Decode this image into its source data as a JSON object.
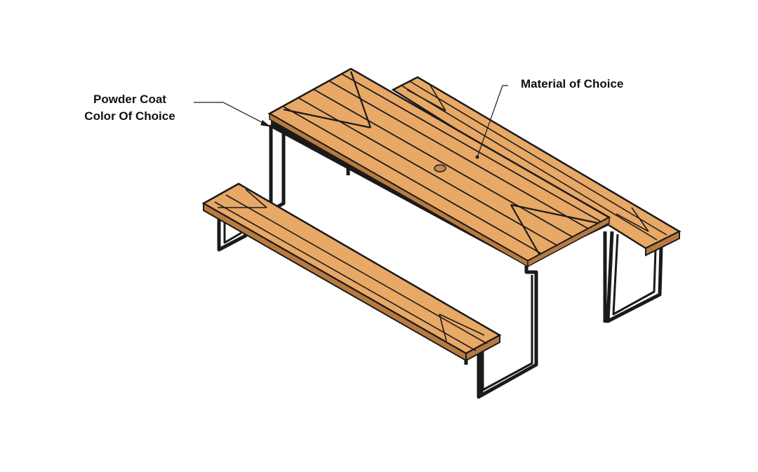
{
  "annotations": {
    "powder_coat_line1": "Powder Coat",
    "powder_coat_line2": "Color Of Choice",
    "material": "Material of Choice"
  },
  "colors": {
    "wood": "#E8A866",
    "wood_edge": "#B97A3E",
    "frame": "#1A1A1A",
    "background": "#FFFFFF"
  }
}
